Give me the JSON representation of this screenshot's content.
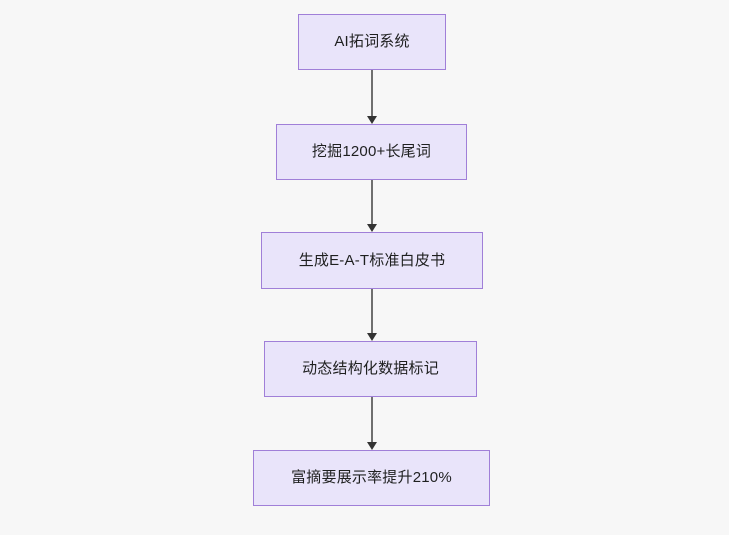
{
  "diagram": {
    "type": "flowchart",
    "orientation": "top-to-bottom",
    "background_color": "#f7f7f7",
    "node_fill_color": "#e9e4fa",
    "node_border_color": "#a07fd8",
    "node_text_color": "#1f2020",
    "edge_line_color": "#6f6f6f",
    "edge_arrow_color": "#333333",
    "nodes": [
      {
        "id": "n0",
        "label": "AI拓词系统"
      },
      {
        "id": "n1",
        "label": "挖掘1200+长尾词"
      },
      {
        "id": "n2",
        "label": "生成E-A-T标准白皮书"
      },
      {
        "id": "n3",
        "label": "动态结构化数据标记"
      },
      {
        "id": "n4",
        "label": "富摘要展示率提升210%"
      }
    ],
    "edges": [
      {
        "from": "n0",
        "to": "n1",
        "label": ""
      },
      {
        "from": "n1",
        "to": "n2",
        "label": ""
      },
      {
        "from": "n2",
        "to": "n3",
        "label": ""
      },
      {
        "from": "n3",
        "to": "n4",
        "label": ""
      }
    ]
  }
}
